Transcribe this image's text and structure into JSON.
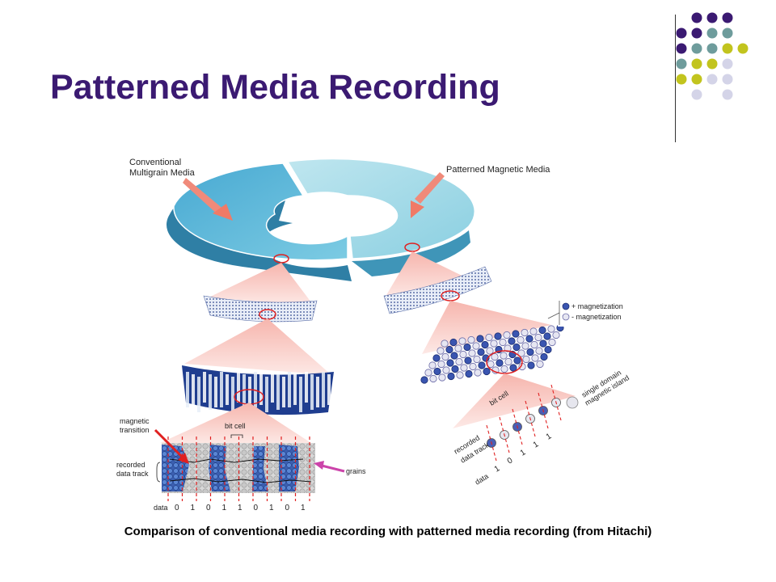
{
  "slide": {
    "title": "Patterned Media Recording",
    "caption": "Comparison of conventional media recording with patterned media recording (from Hitachi)"
  },
  "figure": {
    "label_conventional_line1": "Conventional",
    "label_conventional_line2": "Multigrain Media",
    "label_patterned": "Patterned Magnetic Media",
    "legend_plus": "+ magnetization",
    "legend_minus": "- magnetization",
    "label_magnetic_transition_line1": "magnetic",
    "label_magnetic_transition_line2": "transition",
    "label_recorded_line1": "recorded",
    "label_recorded_line2": "data track",
    "label_bit_cell_left": "bit cell",
    "label_grains": "grains",
    "label_data_left": "data",
    "data_bits_left": [
      "0",
      "1",
      "0",
      "1",
      "1",
      "0",
      "1",
      "0",
      "1"
    ],
    "label_bit_cell_right": "bit cell",
    "label_single_domain_line1": "single domain",
    "label_single_domain_line2": "magnetic island",
    "label_recorded_right_line1": "recorded",
    "label_recorded_right_line2": "data track",
    "label_data_right": "data",
    "data_bits_right": [
      "1",
      "0",
      "1",
      "1",
      "1"
    ]
  },
  "colors": {
    "title": "#3b1a72",
    "dot_purple": "#3b1a72",
    "dot_teal": "#6e9c9c",
    "dot_olive": "#c2c41e",
    "dot_lavender": "#d4d4e8",
    "disk_left": "#5bb8d8",
    "disk_right": "#9cd6e4",
    "highlight_red": "#e02020"
  }
}
